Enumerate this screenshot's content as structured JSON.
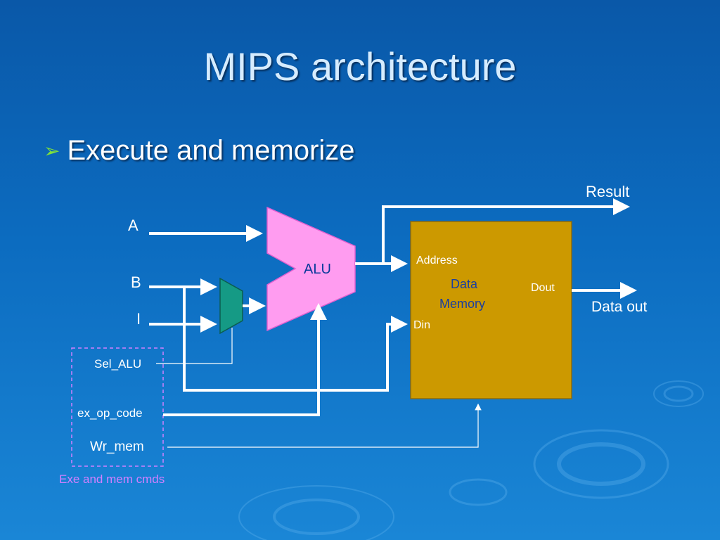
{
  "slide": {
    "title": "MIPS architecture",
    "bullet": "Execute and memorize",
    "bullet_icon": "chevron-right-icon"
  },
  "diagram": {
    "inputs": {
      "a": "A",
      "b": "B",
      "i": "I"
    },
    "alu_label": "ALU",
    "result_label": "Result",
    "memory": {
      "address": "Address",
      "title_line1": "Data",
      "title_line2": "Memory",
      "dout": "Dout",
      "din": "Din"
    },
    "data_out_label": "Data out",
    "controls": {
      "sel_alu": "Sel_ALU",
      "ex_op_code": "ex_op_code",
      "wr_mem": "Wr_mem",
      "group_label": "Exe and mem cmds"
    },
    "colors": {
      "alu_fill": "#ff9cf0",
      "mux_fill": "#159a85",
      "memory_fill": "#cc9900",
      "memory_text": "#1a3fa0",
      "control_group_border": "#d080ff",
      "group_label": "#d080ff",
      "wire": "#ffffff"
    }
  }
}
